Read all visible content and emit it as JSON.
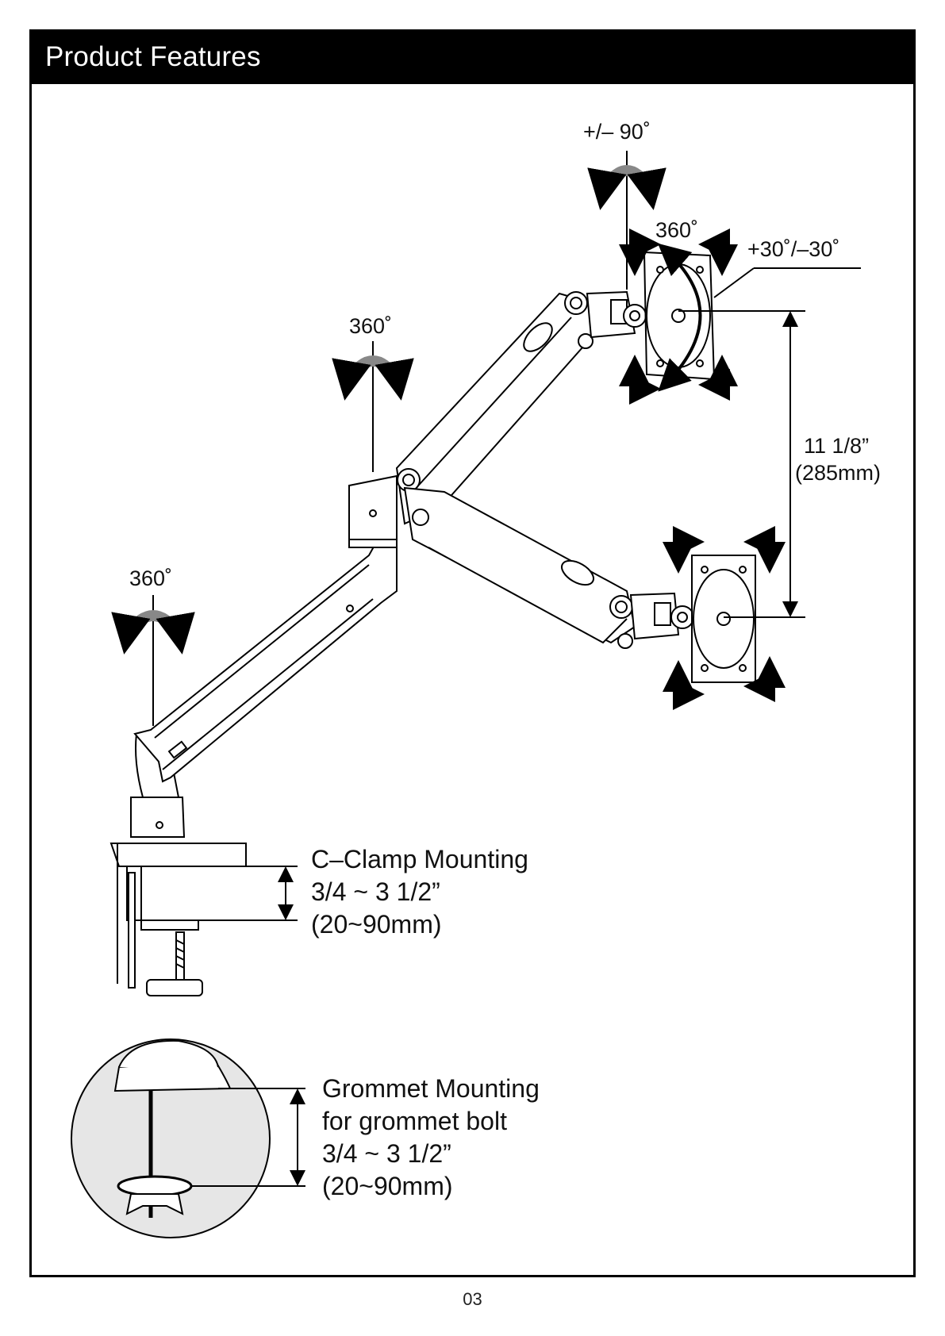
{
  "header": {
    "title": "Product Features"
  },
  "labels": {
    "tilt_90": "+/– 90˚",
    "rotate_top": "360˚",
    "tilt_30": "+30˚/–30˚",
    "swivel_elbow": "360˚",
    "swivel_base": "360˚",
    "height_inch": "11 1/8”",
    "height_mm": "(285mm)"
  },
  "clamp": {
    "title": "C–Clamp Mounting",
    "range": "3/4 ~ 3 1/2”",
    "range_mm": "(20~90mm)"
  },
  "grommet": {
    "title": "Grommet Mounting",
    "subtitle": "for grommet bolt",
    "range": "3/4 ~ 3 1/2”",
    "range_mm": "(20~90mm)"
  },
  "footer": {
    "page": "03"
  },
  "icons": [
    "rotation-arrow-icon",
    "move-arrow-icon",
    "dimension-arrow-icon"
  ]
}
